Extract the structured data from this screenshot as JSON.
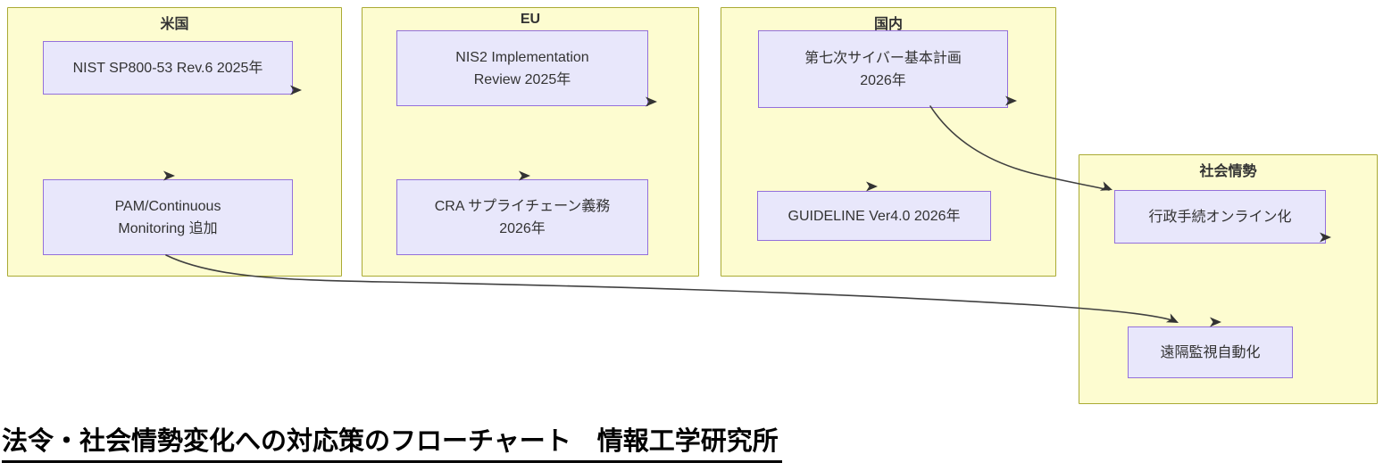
{
  "caption": {
    "text": "法令・社会情勢変化への対応策のフローチャート　情報工学研究所"
  },
  "colors": {
    "group_fill": "#fdfcd0",
    "group_border": "#aaaa33",
    "node_fill": "#e8e7fb",
    "node_border": "#9370db",
    "edge": "#404040",
    "text": "#333333",
    "caption_text": "#000000"
  },
  "groups": [
    {
      "label": "米国",
      "nodes": [
        {
          "lines": [
            "NIST SP800-53 Rev.6 2025年"
          ]
        },
        {
          "lines": [
            "PAM/Continuous",
            "Monitoring 追加"
          ]
        }
      ]
    },
    {
      "label": "EU",
      "nodes": [
        {
          "lines": [
            "NIS2 Implementation",
            "Review 2025年"
          ]
        },
        {
          "lines": [
            "CRA サプライチェーン義務",
            "2026年"
          ]
        }
      ]
    },
    {
      "label": "国内",
      "nodes": [
        {
          "lines": [
            "第七次サイバー基本計画",
            "2026年"
          ]
        },
        {
          "lines": [
            "GUIDELINE Ver4.0 2026年"
          ]
        }
      ]
    },
    {
      "label": "社会情勢",
      "nodes": [
        {
          "lines": [
            "行政手続オンライン化"
          ]
        },
        {
          "lines": [
            "遠隔監視自動化"
          ]
        }
      ]
    }
  ],
  "edges": [
    {
      "from": "第七次サイバー基本計画 2026年",
      "to": "行政手続オンライン化"
    },
    {
      "from": "PAM/Continuous Monitoring 追加",
      "to": "遠隔監視自動化"
    }
  ]
}
